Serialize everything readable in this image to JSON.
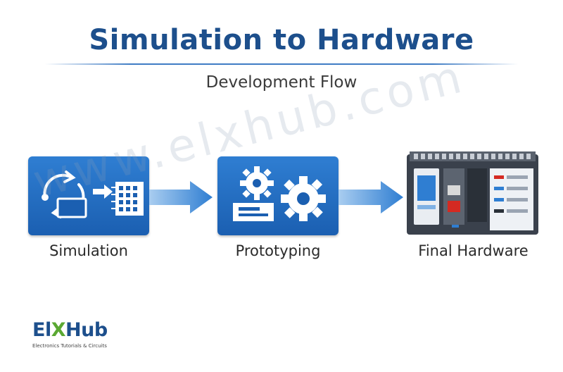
{
  "title": "Simulation to Hardware",
  "subtitle": "Development Flow",
  "stages": [
    {
      "label": "Simulation"
    },
    {
      "label": "Prototyping"
    },
    {
      "label": "Final Hardware"
    }
  ],
  "watermark": "www.elxhub.com",
  "logo": {
    "text_a": "El",
    "text_x": "X",
    "text_b": "Hub",
    "tagline": "Electronics Tutorials & Circuits"
  },
  "colors": {
    "title": "#1d4f8c",
    "card": "#1b5fb1",
    "arrow": "#2f7ed2",
    "logo_accent": "#5aa832"
  },
  "icons": [
    "sync-arrows-icon",
    "window-icon",
    "chip-icon",
    "gear-icon",
    "circuit-board-icon",
    "hardware-panel-icon",
    "arrow-right-icon"
  ]
}
